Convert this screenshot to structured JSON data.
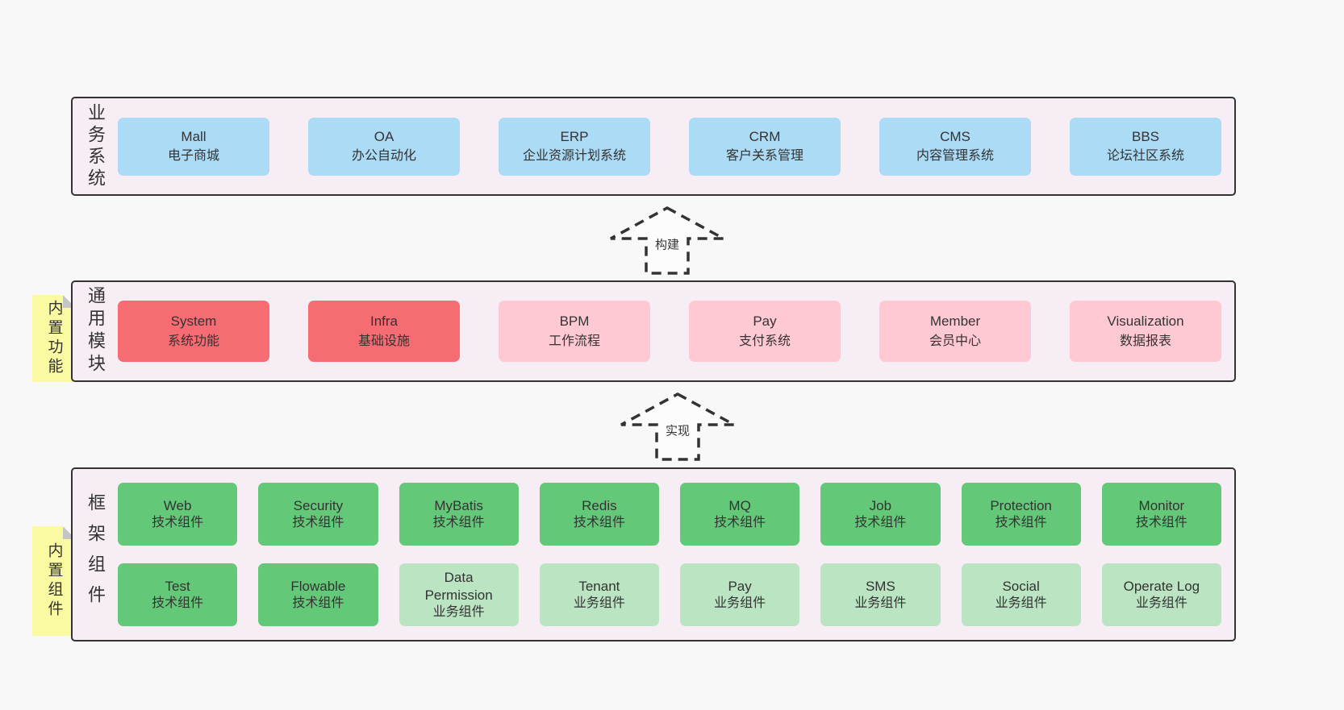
{
  "colors": {
    "page_background": "#f8f8f8",
    "container_fill": "#f7edf5",
    "container_border": "#333333",
    "blue_box": "#abdbf5",
    "red_box": "#f56c72",
    "pink_box": "#ffc9d3",
    "green_box": "#63c878",
    "light_green_box": "#bae4c2",
    "yellow_tab": "#fafaa2",
    "fold_corner": "#c5c5c5",
    "text": "#333333"
  },
  "arrows": {
    "build": "构建",
    "implement": "实现"
  },
  "layers": {
    "business": {
      "side_label": "业务系统",
      "boxes": [
        {
          "title": "Mall",
          "subtitle": "电子商城",
          "color": "blue"
        },
        {
          "title": "OA",
          "subtitle": "办公自动化",
          "color": "blue"
        },
        {
          "title": "ERP",
          "subtitle": "企业资源计划系统",
          "color": "blue"
        },
        {
          "title": "CRM",
          "subtitle": "客户关系管理",
          "color": "blue"
        },
        {
          "title": "CMS",
          "subtitle": "内容管理系统",
          "color": "blue"
        },
        {
          "title": "BBS",
          "subtitle": "论坛社区系统",
          "color": "blue"
        }
      ]
    },
    "modules": {
      "tab_label": "内置功能",
      "side_label": "通用模块",
      "boxes": [
        {
          "title": "System",
          "subtitle": "系统功能",
          "color": "red"
        },
        {
          "title": "Infra",
          "subtitle": "基础设施",
          "color": "red"
        },
        {
          "title": "BPM",
          "subtitle": "工作流程",
          "color": "pink"
        },
        {
          "title": "Pay",
          "subtitle": "支付系统",
          "color": "pink"
        },
        {
          "title": "Member",
          "subtitle": "会员中心",
          "color": "pink"
        },
        {
          "title": "Visualization",
          "subtitle": "数据报表",
          "color": "pink"
        }
      ]
    },
    "components": {
      "tab_label": "内置组件",
      "side_label": "框架组件",
      "rows": [
        [
          {
            "title": "Web",
            "subtitle": "技术组件",
            "color": "green"
          },
          {
            "title": "Security",
            "subtitle": "技术组件",
            "color": "green"
          },
          {
            "title": "MyBatis",
            "subtitle": "技术组件",
            "color": "green"
          },
          {
            "title": "Redis",
            "subtitle": "技术组件",
            "color": "green"
          },
          {
            "title": "MQ",
            "subtitle": "技术组件",
            "color": "green"
          },
          {
            "title": "Job",
            "subtitle": "技术组件",
            "color": "green"
          },
          {
            "title": "Protection",
            "subtitle": "技术组件",
            "color": "green"
          },
          {
            "title": "Monitor",
            "subtitle": "技术组件",
            "color": "green"
          }
        ],
        [
          {
            "title": "Test",
            "subtitle": "技术组件",
            "color": "green"
          },
          {
            "title": "Flowable",
            "subtitle": "技术组件",
            "color": "green"
          },
          {
            "title": "Data Permission",
            "subtitle": "业务组件",
            "color": "lightgreen"
          },
          {
            "title": "Tenant",
            "subtitle": "业务组件",
            "color": "lightgreen"
          },
          {
            "title": "Pay",
            "subtitle": "业务组件",
            "color": "lightgreen"
          },
          {
            "title": "SMS",
            "subtitle": "业务组件",
            "color": "lightgreen"
          },
          {
            "title": "Social",
            "subtitle": "业务组件",
            "color": "lightgreen"
          },
          {
            "title": "Operate Log",
            "subtitle": "业务组件",
            "color": "lightgreen"
          }
        ]
      ]
    }
  }
}
